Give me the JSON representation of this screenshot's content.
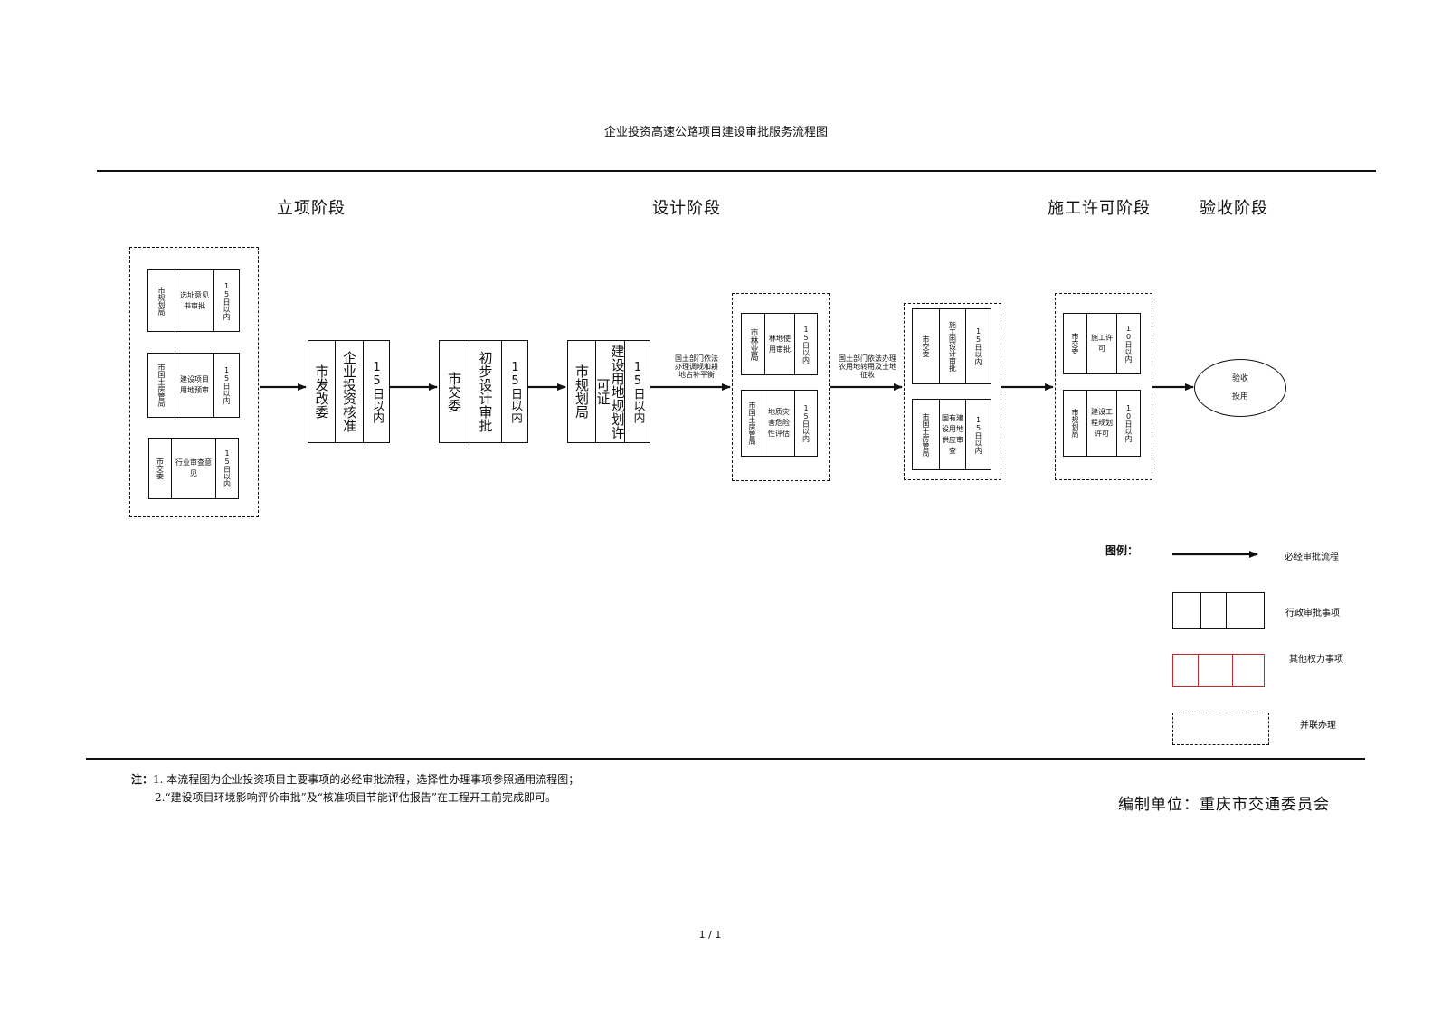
{
  "title": "企业投资高速公路项目建设审批服务流程图",
  "phases": [
    "立项阶段",
    "设计阶段",
    "施工许可阶段",
    "验收阶段"
  ],
  "stage1": {
    "items": [
      {
        "dept": "市规划局",
        "name": "选址意见书审批",
        "time": "15日以内"
      },
      {
        "dept": "市国土房管局",
        "name": "建设项目用地预审",
        "time": "15日以内"
      },
      {
        "dept": "市交委",
        "name": "行业审查意见",
        "time": "15日以内"
      }
    ]
  },
  "box_fgw": {
    "dept": "市发改委",
    "name": "企业投资核准",
    "time": "15日以内"
  },
  "box_jw": {
    "dept": "市交委",
    "name": "初步设计审批",
    "time": "15日以内"
  },
  "box_gh": {
    "dept": "市规划局",
    "name": "建设用地规划许可证",
    "time": "15日以内"
  },
  "note1": "国土部门依法办理调规和耕地占补平衡",
  "stage3": {
    "items": [
      {
        "dept": "市林业局",
        "name": "林地使用审批",
        "time": "15日以内"
      },
      {
        "dept": "市国土房管局",
        "name": "地质灾害危险性评估",
        "time": "15日以内"
      }
    ]
  },
  "note2": "国土部门依法办理农用地转用及土地征收",
  "stage4": {
    "items": [
      {
        "dept": "市交委",
        "name": "施工图设计审批",
        "time": "15日以内"
      },
      {
        "dept": "市国土房管局",
        "name": "国有建设用地供应审查",
        "time": "15日以内"
      }
    ]
  },
  "stage5": {
    "items": [
      {
        "dept": "市交委",
        "name": "施工许可",
        "time": "10日以内"
      },
      {
        "dept": "市规划局",
        "name": "建设工程规划许可",
        "time": "10日以内"
      }
    ]
  },
  "final": {
    "line1": "验收",
    "line2": "投用"
  },
  "legend": {
    "title": "图例：",
    "arrow": "必经审批流程",
    "admin": "行政审批事项",
    "other": "其他权力事项",
    "parallel": "并联办理",
    "colors": {
      "admin_border": "#111111",
      "other_border": "#c0282c"
    }
  },
  "notes": {
    "label": "注：",
    "line1": "1.  本流程图为企业投资项目主要事项的必经审批流程，选择性办理事项参照通用流程图；",
    "line2": "2.“建设项目环境影响评价审批”及“核准项目节能评估报告”在工程开工前完成即可。"
  },
  "compiler": "编制单位：重庆市交通委员会",
  "page": "1 / 1"
}
